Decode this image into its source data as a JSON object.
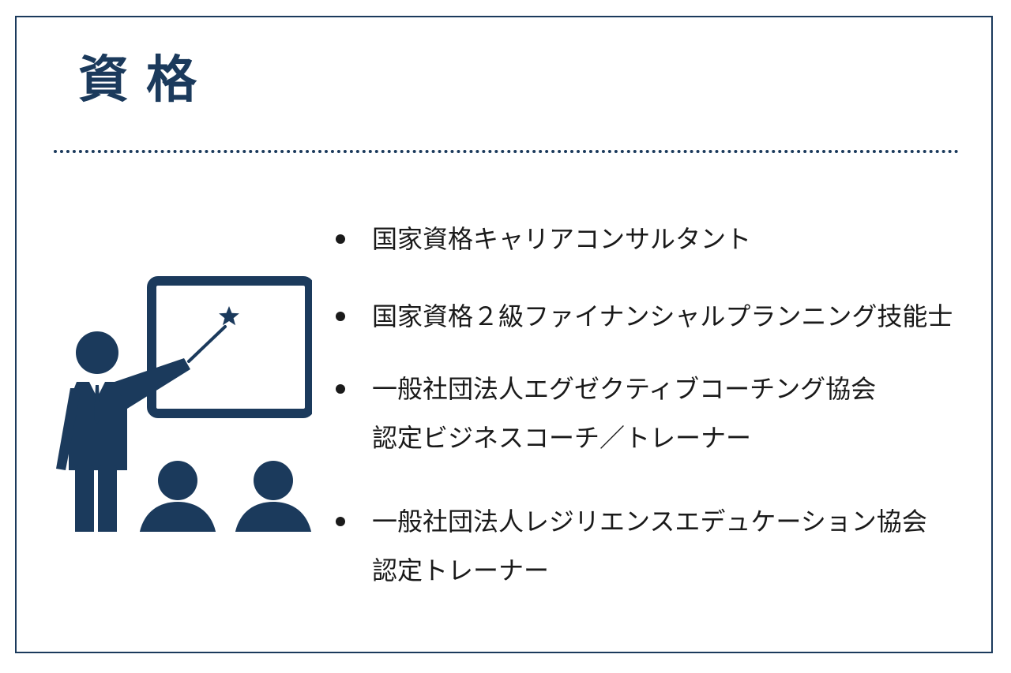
{
  "header": {
    "title": "資格"
  },
  "illustration": {
    "icon": "presenter-with-whiteboard-and-audience-icon",
    "color": "#1b3a5c"
  },
  "qualifications": [
    {
      "lines": [
        "国家資格キャリアコンサルタント"
      ]
    },
    {
      "lines": [
        "国家資格２級ファイナンシャルプランニング技能士"
      ]
    },
    {
      "lines": [
        "一般社団法人エグゼクティブコーチング協会",
        "認定ビジネスコーチ／トレーナー"
      ]
    },
    {
      "lines": [
        "一般社団法人レジリエンスエデュケーション協会",
        "認定トレーナー"
      ]
    }
  ],
  "colors": {
    "accent": "#1b3a5c",
    "text": "#1a1a1a",
    "background": "#ffffff"
  }
}
